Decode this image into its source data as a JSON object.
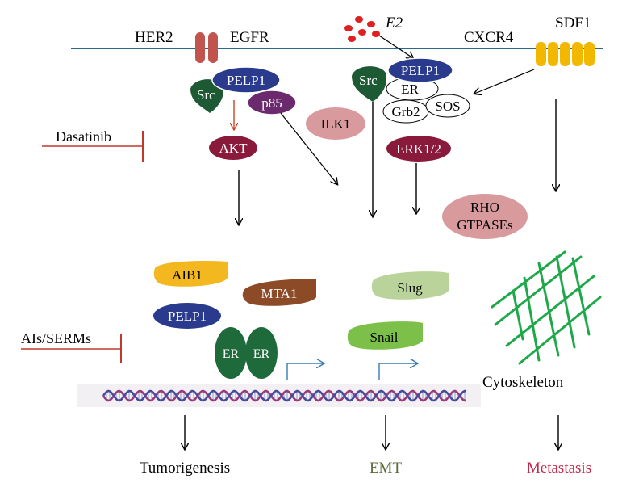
{
  "membrane": {
    "her2": "HER2",
    "egfr": "EGFR",
    "cxcr4": "CXCR4",
    "sdf1": "SDF1",
    "e2": "E2"
  },
  "complexes": {
    "left": {
      "src": "Src",
      "pelp1": "PELP1",
      "p85": "p85",
      "akt": "AKT"
    },
    "middle": {
      "src": "Src",
      "pelp1": "PELP1",
      "er": "ER",
      "grb2": "Grb2",
      "sos": "SOS",
      "erk": "ERK1/2"
    },
    "ilk1": "ILK1",
    "rho": {
      "line1": "RHO",
      "line2": "GTPASEs"
    }
  },
  "inhibitors": {
    "dasatinib": "Dasatinib",
    "ais_serms": "AIs/SERMs"
  },
  "nucleus": {
    "aib1": "AIB1",
    "mta1": "MTA1",
    "pelp1": "PELP1",
    "er_left": "ER",
    "er_right": "ER",
    "slug": "Slug",
    "snail": "Snail",
    "cytoskeleton": "Cytoskeleton"
  },
  "outcomes": {
    "tumorigenesis": "Tumorigenesis",
    "emt": "EMT",
    "metastasis": "Metastasis"
  },
  "colors": {
    "membrane": "#2c6a8c",
    "receptor_red": "#c25450",
    "receptor_yellow": "#f2b800",
    "src_green": "#1d5a33",
    "pelp1_blue": "#2a3a8c",
    "p85_purple": "#6b2a6e",
    "akt_red": "#8a1a3c",
    "pink": "#d99a9e",
    "aib1_yellow": "#f3b820",
    "mta1_brown": "#8c4a26",
    "slug_green": "#b9d39a",
    "snail_green": "#7cc04a",
    "cytoskeleton_green": "#1fa84a",
    "inhibitor_red": "#c0392b",
    "metastasis_red": "#c0284a",
    "emt_olive": "#5a6a3a"
  }
}
